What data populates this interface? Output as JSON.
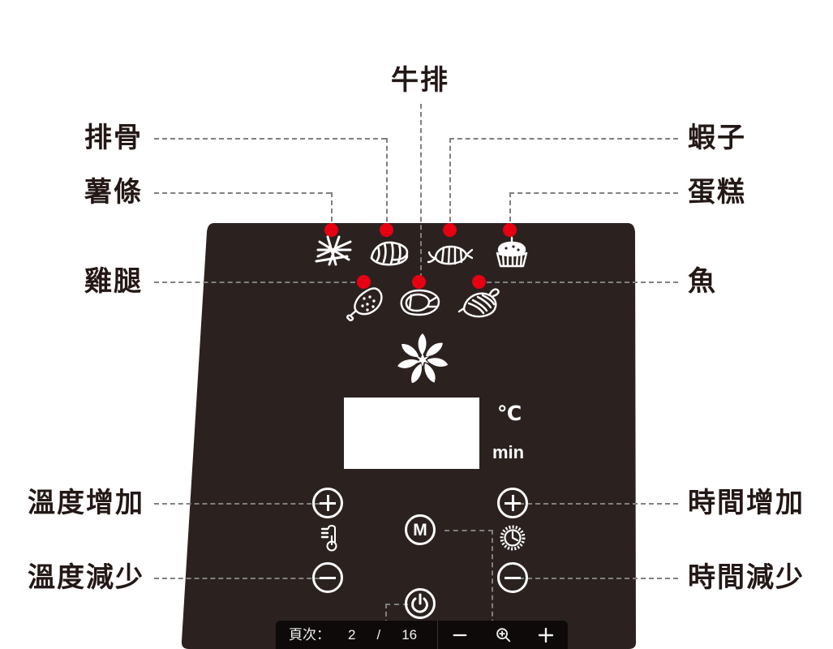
{
  "diagram": {
    "title": "Air fryer / oven control panel callout diagram",
    "panel_color": "#2b2220",
    "dot_color": "#e60012",
    "leader_color": "#808080",
    "label_color": "#231815"
  },
  "callouts": {
    "top_center": {
      "label": "牛排",
      "meaning": "steak"
    },
    "left": [
      {
        "label": "排骨",
        "meaning": "pork ribs"
      },
      {
        "label": "薯條",
        "meaning": "french fries"
      },
      {
        "label": "雞腿",
        "meaning": "chicken drumstick"
      },
      {
        "label": "溫度增加",
        "meaning": "temperature up"
      },
      {
        "label": "溫度減少",
        "meaning": "temperature down"
      }
    ],
    "right": [
      {
        "label": "蝦子",
        "meaning": "shrimp"
      },
      {
        "label": "蛋糕",
        "meaning": "cake"
      },
      {
        "label": "魚",
        "meaning": "fish"
      },
      {
        "label": "時間增加",
        "meaning": "time up"
      },
      {
        "label": "時間減少",
        "meaning": "time down"
      }
    ]
  },
  "panel": {
    "preset_row_1": [
      {
        "icon": "fries-icon",
        "label": "薯條"
      },
      {
        "icon": "ribs-icon",
        "label": "排骨"
      },
      {
        "icon": "shrimp-icon",
        "label": "蝦子"
      },
      {
        "icon": "cake-icon",
        "label": "蛋糕"
      }
    ],
    "preset_row_2": [
      {
        "icon": "drumstick-icon",
        "label": "雞腿"
      },
      {
        "icon": "steak-icon",
        "label": "牛排"
      },
      {
        "icon": "fish-icon",
        "label": "魚"
      }
    ],
    "fan": {
      "icon": "fan-icon"
    },
    "display": {
      "value": "",
      "units": {
        "temperature": "℃",
        "time": "min"
      }
    },
    "buttons": {
      "temp_up": "+",
      "temp_down": "−",
      "time_up": "+",
      "time_down": "−",
      "menu": "M",
      "power": "power-icon",
      "temp_mode_icon": "thermometer-icon",
      "time_mode_icon": "clock-icon"
    }
  },
  "pdf_toolbar": {
    "page_label": "頁次：",
    "current_page": "2",
    "separator": "/",
    "total_pages": "16",
    "zoom_out": "−",
    "zoom_fit": "magnifier-plus-icon",
    "zoom_in": "+"
  }
}
